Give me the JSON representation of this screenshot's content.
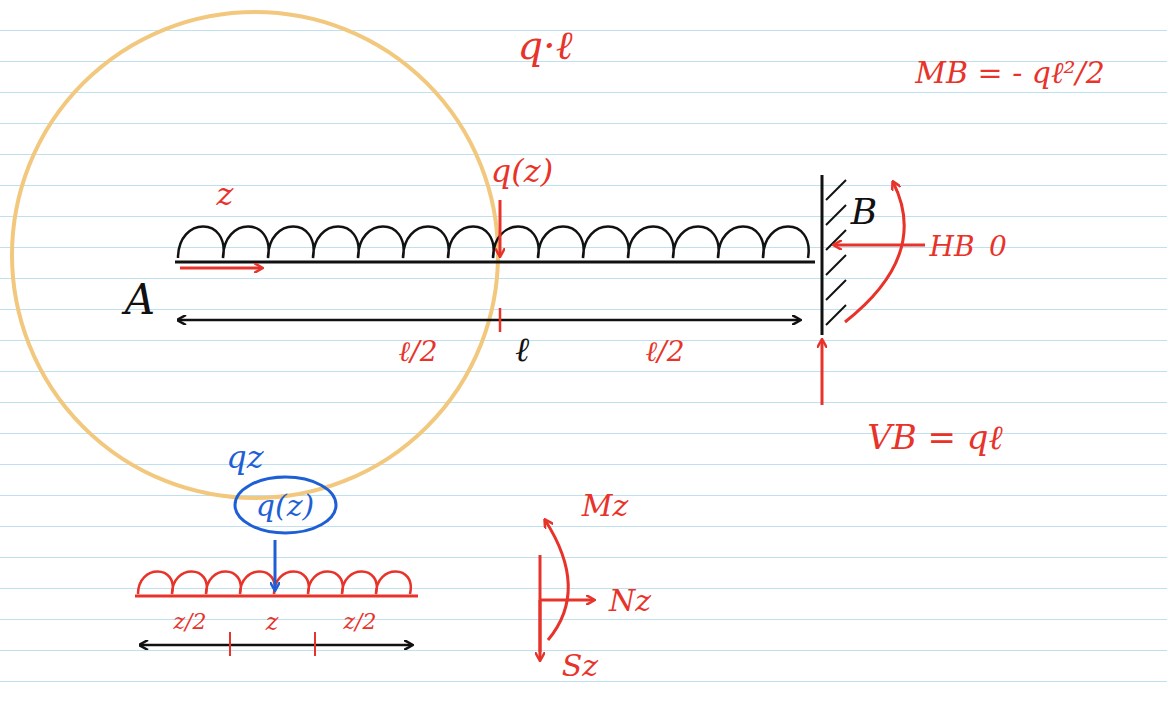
{
  "diagram": {
    "nodes": [
      {
        "text": [
          "q(z)"
        ]
      }
    ],
    "labels": [
      "q·ℓ",
      "q(z)",
      "z",
      "A",
      "ℓ/2",
      "ℓ",
      "ℓ/2",
      "B",
      "MB = - qℓ²/2",
      "HB",
      "0",
      "VB = qℓ",
      "qz",
      "z/2",
      "z",
      "z/2",
      "Mz",
      "Nz",
      "Sz"
    ]
  }
}
